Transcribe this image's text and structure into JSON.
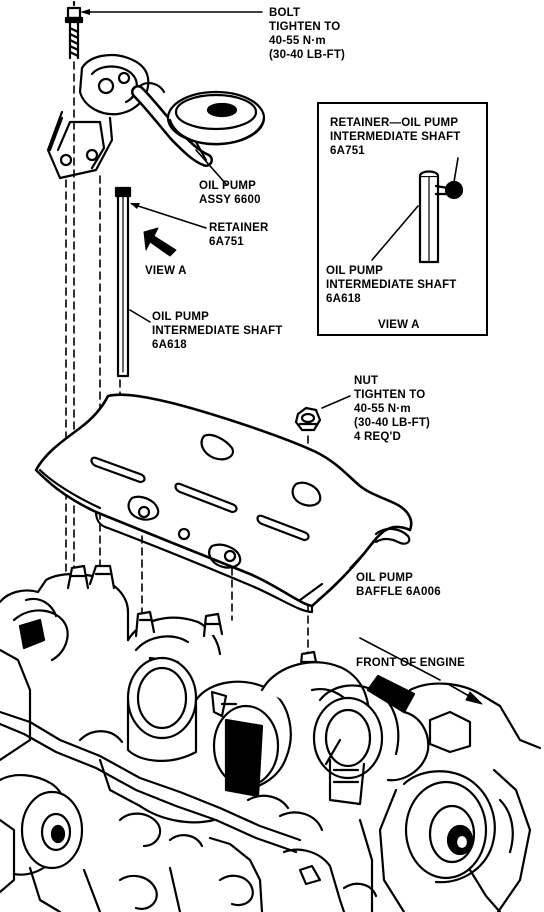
{
  "callouts": {
    "bolt": "BOLT\nTIGHTEN TO\n40-55 N·m\n(30-40 LB-FT)",
    "oil_pump_assy": "OIL PUMP\nASSY 6600",
    "retainer": "RETAINER\n6A751",
    "view_a_arrow": "VIEW A",
    "intermediate_shaft": "OIL PUMP\nINTERMEDIATE SHAFT\n6A618",
    "nut": "NUT\nTIGHTEN TO\n40-55 N·m\n(30-40 LB-FT)\n4 REQ'D",
    "baffle": "OIL PUMP\nBAFFLE 6A006",
    "front_of_engine": "FRONT OF ENGINE"
  },
  "inset": {
    "retainer": "RETAINER—OIL PUMP\nINTERMEDIATE SHAFT\n6A751",
    "shaft": "OIL PUMP\nINTERMEDIATE SHAFT\n6A618",
    "title": "VIEW A"
  }
}
